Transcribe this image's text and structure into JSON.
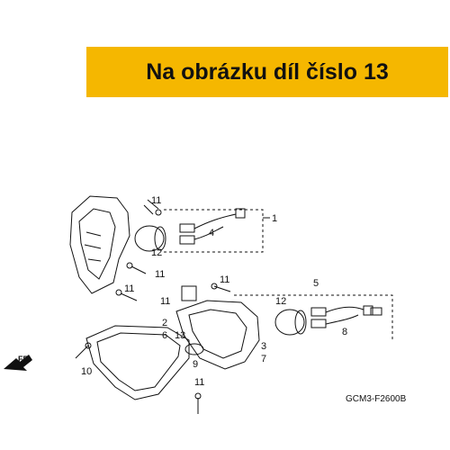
{
  "banner": {
    "text": "Na obrázku díl číslo 13",
    "background": "#f5b700"
  },
  "labels": [
    "1",
    "4",
    "11",
    "12",
    "11",
    "11",
    "11",
    "5",
    "11",
    "12",
    "2",
    "6",
    "13",
    "3",
    "7",
    "8",
    "9",
    "10",
    "11"
  ],
  "direction": "FR.",
  "drawing_code": "GCM3-F2600B"
}
